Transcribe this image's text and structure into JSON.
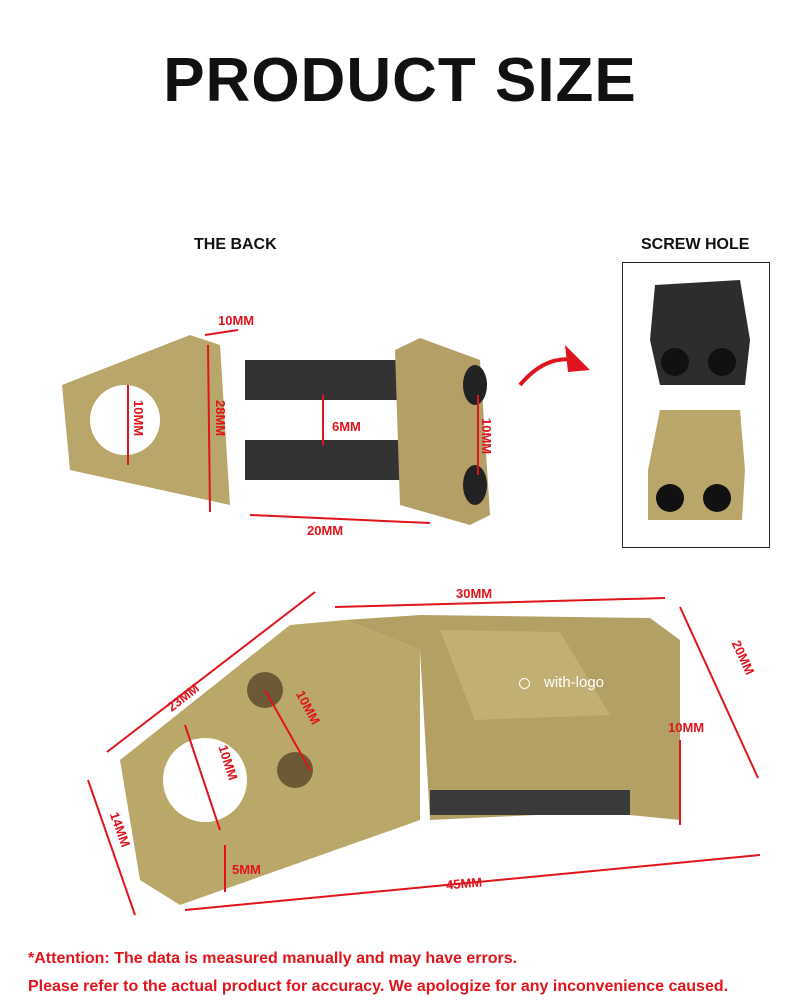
{
  "title": "PRODUCT SIZE",
  "back_label": "THE BACK",
  "screw_label": "SCREW HOLE",
  "dims": {
    "d10a": "10MM",
    "d28": "28MM",
    "d10b": "10MM",
    "d6": "6MM",
    "d10c": "10MM",
    "d20": "20MM",
    "d30": "30MM",
    "d23": "23MM",
    "d20b": "20MM",
    "d10d": "10MM",
    "d10e": "10MM",
    "d10f": "10MM",
    "d14": "14MM",
    "d5": "5MM",
    "d45": "45MM"
  },
  "logo": "with-logo",
  "notes": [
    "*Attention: The data is measured manually and may have errors.",
    "Please refer to the actual product for accuracy. We apologize for any inconvenience caused."
  ],
  "colors": {
    "brass": "#b8a46a",
    "dim": "#e0141c"
  }
}
